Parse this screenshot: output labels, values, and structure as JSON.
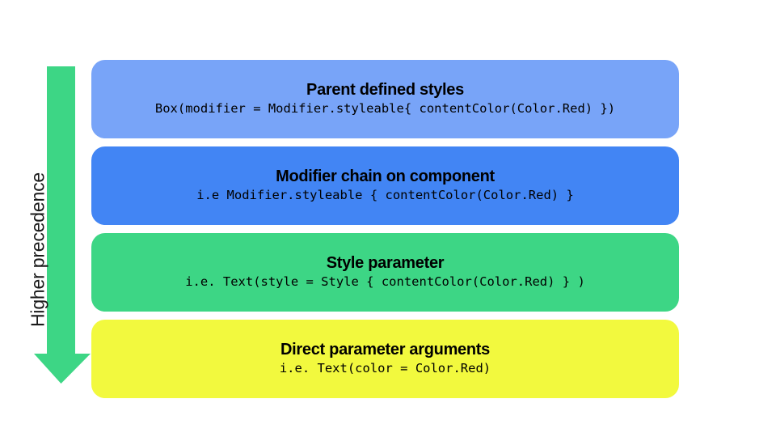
{
  "diagram": {
    "axis": {
      "label": "Higher precedence",
      "arrow_direction": "down",
      "arrow_color": "#3DD685"
    },
    "bands": [
      {
        "title": "Parent defined styles",
        "code": "Box(modifier = Modifier.styleable{ contentColor(Color.Red) })",
        "color": "#78A4F8",
        "text_color": "#000000"
      },
      {
        "title": "Modifier chain on component",
        "code": "i.e Modifier.styleable { contentColor(Color.Red) }",
        "color": "#4285F4",
        "text_color": "#000000"
      },
      {
        "title": "Style parameter",
        "code": "i.e. Text(style = Style { contentColor(Color.Red) } )",
        "color": "#3DD685",
        "text_color": "#000000"
      },
      {
        "title": "Direct parameter arguments",
        "code": "i.e. Text(color = Color.Red)",
        "color": "#F2F93E",
        "text_color": "#000000"
      }
    ]
  }
}
